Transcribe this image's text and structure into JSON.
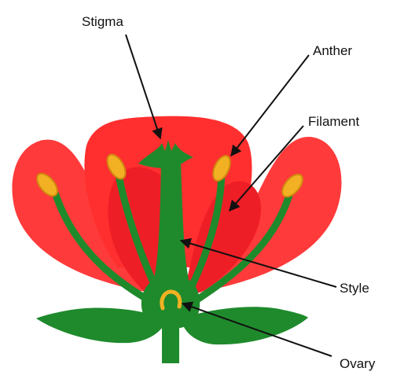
{
  "labels": {
    "stigma": "Stigma",
    "anther": "Anther",
    "filament": "Filament",
    "style": "Style",
    "ovary": "Ovary"
  },
  "colors": {
    "petal": "#ff3a3a",
    "petal_inner": "#ee1e26",
    "green": "#1f8a2c",
    "green_dark": "#177022",
    "anther": "#f2b122",
    "anther_edge": "#d1860e",
    "line": "#111111"
  }
}
